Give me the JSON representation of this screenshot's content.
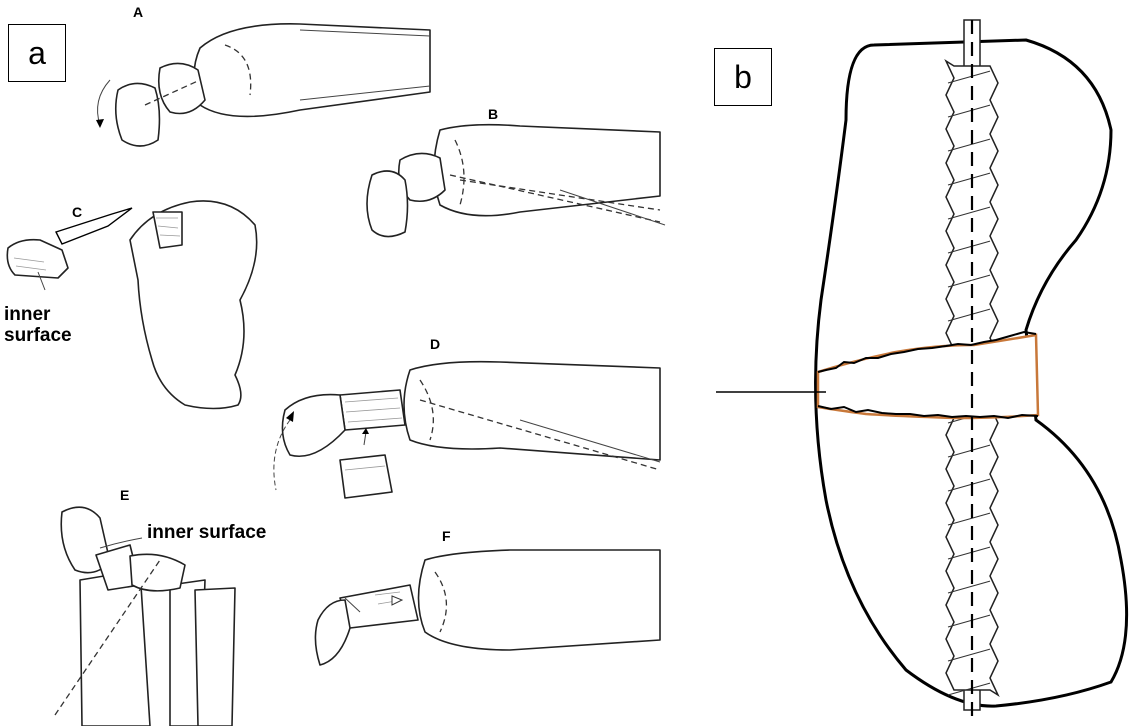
{
  "panels": {
    "a": {
      "label": "a",
      "steps": {
        "A": "A",
        "B": "B",
        "C": "C",
        "D": "D",
        "E": "E",
        "F": "F"
      },
      "callouts": {
        "c_inner": "inner\nsurface",
        "e_inner": "inner surface"
      }
    },
    "b": {
      "label": "b",
      "accent_color": "#c8783a"
    }
  }
}
